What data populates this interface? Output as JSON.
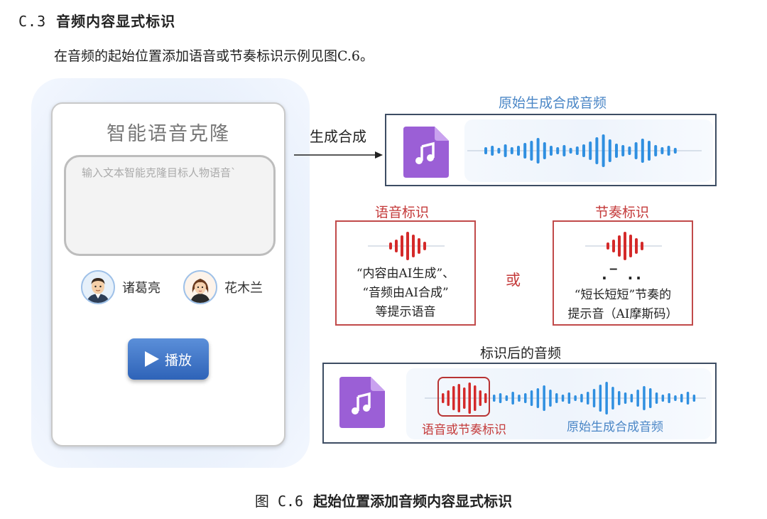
{
  "section": {
    "number": "C.3",
    "title": "音频内容显式标识"
  },
  "intro": "在音频的起始位置添加语音或节奏标识示例见图C.6。",
  "phone": {
    "title": "智能语音克隆",
    "input_placeholder": "输入文本智能克隆目标人物语音`",
    "speakers": [
      {
        "name": "诸葛亮"
      },
      {
        "name": "花木兰"
      }
    ],
    "play_label": "播放"
  },
  "flow": {
    "arrow_label": "生成合成"
  },
  "original_audio": {
    "title": "原始生成合成音频"
  },
  "voice_mark": {
    "title": "语音标识",
    "lines": [
      "“内容由AI生成”、",
      "“音频由AI合成”",
      "等提示语音"
    ]
  },
  "or_label": "或",
  "rhythm_mark": {
    "title": "节奏标识",
    "morse": ".‾ ..",
    "lines": [
      "“短长短短”节奏的",
      "提示音（AI摩斯码）"
    ]
  },
  "marked_audio": {
    "title": "标识后的音频",
    "mark_label": "语音或节奏标识",
    "original_label": "原始生成合成音频"
  },
  "colors": {
    "blue_wave": "#2f8fe0",
    "red_wave": "#d42a2a",
    "file_purple": "#9b5fd6",
    "blue_text": "#4a86c6",
    "red_text": "#c43a3a"
  },
  "icons": [
    "music-file-icon",
    "play-icon",
    "avatar-icon"
  ],
  "caption": {
    "number": "图 C.6",
    "title": "起始位置添加音频内容显式标识"
  }
}
